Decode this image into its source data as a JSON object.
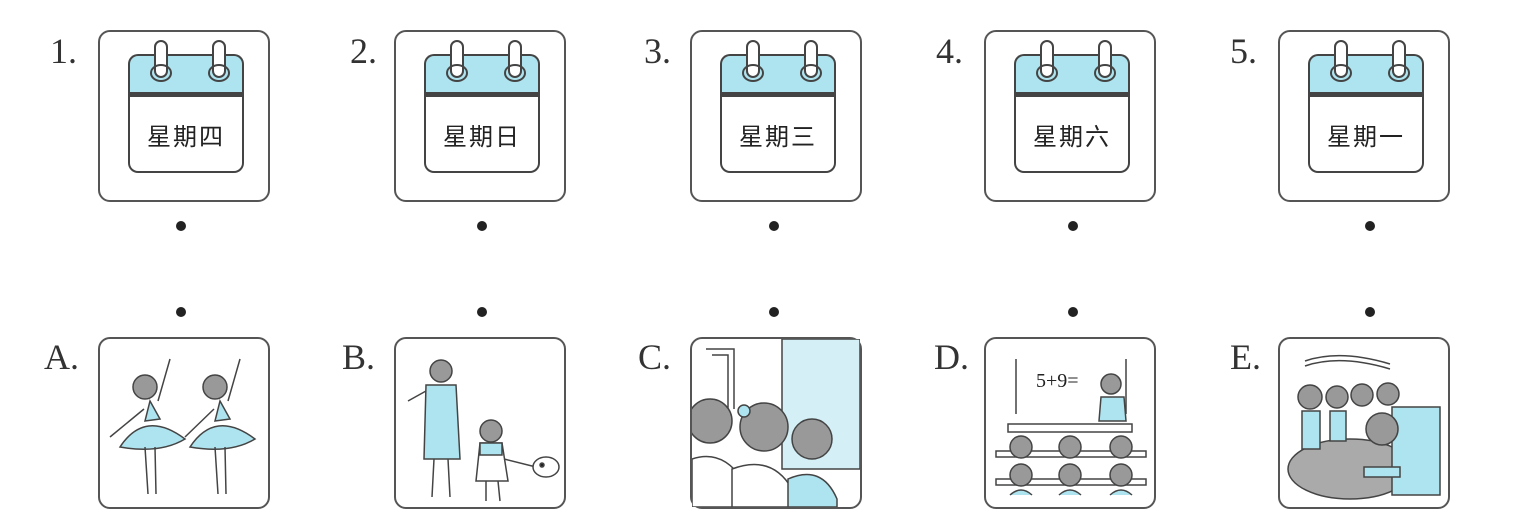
{
  "exercise": {
    "days": [
      {
        "label": "1.",
        "day": "星期四"
      },
      {
        "label": "2.",
        "day": "星期日"
      },
      {
        "label": "3.",
        "day": "星期三"
      },
      {
        "label": "4.",
        "day": "星期六"
      },
      {
        "label": "5.",
        "day": "星期一"
      }
    ],
    "activities": [
      {
        "label": "A.",
        "scene": "ballet-dance",
        "description": "Two ballerinas dancing in blue tutus"
      },
      {
        "label": "B.",
        "scene": "walk-the-dog",
        "description": "Mother and girl walking a puppy"
      },
      {
        "label": "C.",
        "scene": "watch-movie",
        "description": "Children watching a screen in a cinema"
      },
      {
        "label": "D.",
        "scene": "math-class",
        "description": "Teacher at blackboard with students",
        "board_text": "5+9="
      },
      {
        "label": "E.",
        "scene": "music-class",
        "description": "Children singing beside a piano"
      }
    ]
  },
  "colors": {
    "accent": "#aee4ef",
    "line": "#444444",
    "dot": "#222222"
  }
}
